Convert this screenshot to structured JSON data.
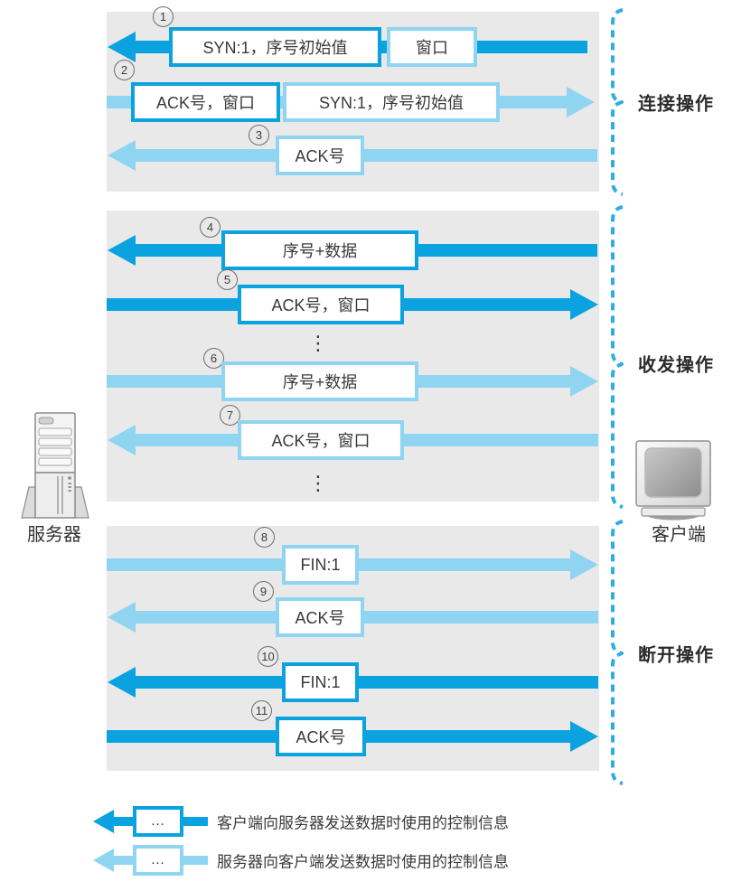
{
  "colors": {
    "dark_blue": "#0AA2DF",
    "light_blue": "#8FD5F2",
    "panel_gray": "#E9E9E9",
    "bracket_blue": "#2FACE2"
  },
  "endpoints": {
    "server": "服务器",
    "client": "客户端"
  },
  "sections": [
    {
      "label": "连接操作"
    },
    {
      "label": "收发操作"
    },
    {
      "label": "断开操作"
    }
  ],
  "messages": [
    {
      "num": "1",
      "boxes": [
        "SYN:1，序号初始值",
        "窗口"
      ]
    },
    {
      "num": "2",
      "boxes": [
        "ACK号，窗口",
        "SYN:1，序号初始值"
      ]
    },
    {
      "num": "3",
      "boxes": [
        "ACK号"
      ]
    },
    {
      "num": "4",
      "boxes": [
        "序号+数据"
      ]
    },
    {
      "num": "5",
      "boxes": [
        "ACK号，窗口"
      ]
    },
    {
      "num": "6",
      "boxes": [
        "序号+数据"
      ]
    },
    {
      "num": "7",
      "boxes": [
        "ACK号，窗口"
      ]
    },
    {
      "num": "8",
      "boxes": [
        "FIN:1"
      ]
    },
    {
      "num": "9",
      "boxes": [
        "ACK号"
      ]
    },
    {
      "num": "10",
      "boxes": [
        "FIN:1"
      ]
    },
    {
      "num": "11",
      "boxes": [
        "ACK号"
      ]
    }
  ],
  "ellipsis": {
    "vertical": "⋮",
    "horizontal": "…"
  },
  "legend": [
    {
      "box": "…",
      "label": "客户端向服务器发送数据时使用的控制信息"
    },
    {
      "box": "…",
      "label": "服务器向客户端发送数据时使用的控制信息"
    }
  ]
}
